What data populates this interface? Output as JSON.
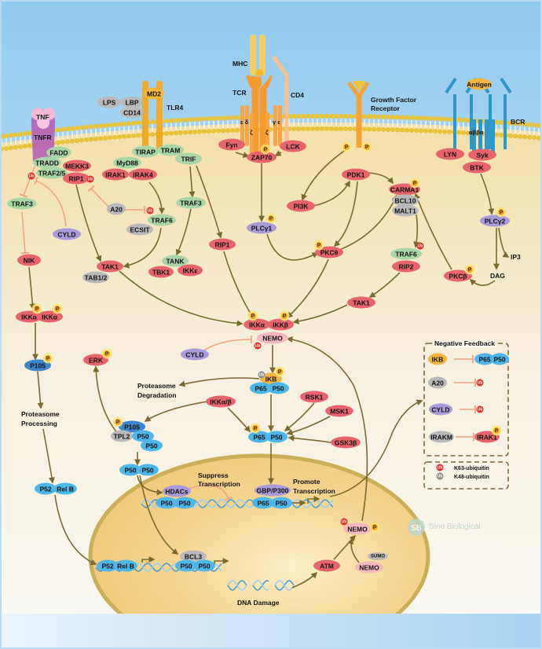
{
  "colors": {
    "red": "#e8646c",
    "green": "#a9d6a6",
    "gray": "#b9b9bb",
    "purple": "#a99ad8",
    "blue": "#4fb6ea",
    "darkblue": "#3b86cc",
    "orange": "#f4b640",
    "pink": "#f4b9bf",
    "arrow": "#7b6a2f",
    "inhibit": "#f3a27f",
    "nucleus": "#f2cf80",
    "membrane": "#e8c33c"
  },
  "badges": {
    "phospho": "P",
    "ubiquitin": "Ub"
  },
  "nodes": [
    {
      "label": "LPS",
      "kind": "gray"
    },
    {
      "label": "LBP",
      "kind": "gray"
    },
    {
      "label": "CD14",
      "kind": "gray"
    },
    {
      "label": "FADD",
      "kind": "green"
    },
    {
      "label": "TRADD",
      "kind": "green"
    },
    {
      "label": "TRAF2/5",
      "kind": "green"
    },
    {
      "label": "MEKK3",
      "kind": "red"
    },
    {
      "label": "RIP1",
      "kind": "red"
    },
    {
      "label": "TIRAP",
      "kind": "green"
    },
    {
      "label": "TRAM",
      "kind": "green"
    },
    {
      "label": "TRIF",
      "kind": "green"
    },
    {
      "label": "MyD88",
      "kind": "green"
    },
    {
      "label": "IRAK1",
      "kind": "red"
    },
    {
      "label": "IRAK4",
      "kind": "red"
    },
    {
      "label": "TRAF3",
      "kind": "green"
    },
    {
      "label": "CYLD",
      "kind": "purple"
    },
    {
      "label": "A20",
      "kind": "gray"
    },
    {
      "label": "TRAF6",
      "kind": "green"
    },
    {
      "label": "ECSIT",
      "kind": "gray"
    },
    {
      "label": "NIK",
      "kind": "red"
    },
    {
      "label": "TAK1",
      "kind": "red"
    },
    {
      "label": "TAB1/2",
      "kind": "gray"
    },
    {
      "label": "TRAF3",
      "kind": "green"
    },
    {
      "label": "RIP1",
      "kind": "red"
    },
    {
      "label": "TANK",
      "kind": "green"
    },
    {
      "label": "TBK1",
      "kind": "red"
    },
    {
      "label": "IKKε",
      "kind": "red"
    },
    {
      "label": "Fyn",
      "kind": "red"
    },
    {
      "label": "ZAP70",
      "kind": "red"
    },
    {
      "label": "LCK",
      "kind": "red"
    },
    {
      "label": "PLCγ1",
      "kind": "purple"
    },
    {
      "label": "PDK1",
      "kind": "red"
    },
    {
      "label": "PI3K",
      "kind": "red"
    },
    {
      "label": "CARMA1",
      "kind": "red"
    },
    {
      "label": "BCL10",
      "kind": "gray"
    },
    {
      "label": "MALT1",
      "kind": "gray"
    },
    {
      "label": "PKCθ",
      "kind": "red"
    },
    {
      "label": "TRAF6",
      "kind": "green"
    },
    {
      "label": "RIP2",
      "kind": "red"
    },
    {
      "label": "TAK1",
      "kind": "red"
    },
    {
      "label": "LYN",
      "kind": "red"
    },
    {
      "label": "Syk",
      "kind": "red"
    },
    {
      "label": "BTK",
      "kind": "red"
    },
    {
      "label": "PLCγ2",
      "kind": "purple"
    },
    {
      "label": "PKCβ",
      "kind": "red"
    },
    {
      "label": "IKKα",
      "kind": "red"
    },
    {
      "label": "IKKα",
      "kind": "red"
    },
    {
      "label": "P105",
      "kind": "darkblue"
    },
    {
      "label": "ERK",
      "kind": "red"
    },
    {
      "label": "IKKα",
      "kind": "red"
    },
    {
      "label": "IKKβ",
      "kind": "red"
    },
    {
      "label": "NEMO",
      "kind": "pink"
    },
    {
      "label": "CYLD",
      "kind": "purple"
    },
    {
      "label": "IKB",
      "kind": "orange"
    },
    {
      "label": "P65",
      "kind": "blue"
    },
    {
      "label": "P50",
      "kind": "blue"
    },
    {
      "label": "IKKα/β",
      "kind": "red"
    },
    {
      "label": "RSK1",
      "kind": "red"
    },
    {
      "label": "MSK1",
      "kind": "red"
    },
    {
      "label": "GSK3β",
      "kind": "red"
    },
    {
      "label": "P105",
      "kind": "darkblue"
    },
    {
      "label": "TPL2",
      "kind": "gray"
    },
    {
      "label": "P50",
      "kind": "blue"
    },
    {
      "label": "P50",
      "kind": "blue"
    },
    {
      "label": "P65",
      "kind": "blue"
    },
    {
      "label": "P50",
      "kind": "blue"
    },
    {
      "label": "P50",
      "kind": "blue"
    },
    {
      "label": "P50",
      "kind": "blue"
    },
    {
      "label": "P52",
      "kind": "blue"
    },
    {
      "label": "Rel B",
      "kind": "blue"
    },
    {
      "label": "HDACs",
      "kind": "purple"
    },
    {
      "label": "P50",
      "kind": "blue"
    },
    {
      "label": "P50",
      "kind": "blue"
    },
    {
      "label": "GBP/P300",
      "kind": "purple"
    },
    {
      "label": "P65",
      "kind": "blue"
    },
    {
      "label": "P50",
      "kind": "blue"
    },
    {
      "label": "BCL3",
      "kind": "gray"
    },
    {
      "label": "P50",
      "kind": "blue"
    },
    {
      "label": "P50",
      "kind": "blue"
    },
    {
      "label": "P52",
      "kind": "blue"
    },
    {
      "label": "Rel B",
      "kind": "blue"
    },
    {
      "label": "ATM",
      "kind": "red"
    },
    {
      "label": "NEMO",
      "kind": "pink"
    },
    {
      "label": "NEMO",
      "kind": "pink"
    },
    {
      "label": "SUMO",
      "kind": "gray"
    },
    {
      "label": "IKB",
      "kind": "orange"
    },
    {
      "label": "P65",
      "kind": "blue"
    },
    {
      "label": "P50",
      "kind": "blue"
    },
    {
      "label": "A20",
      "kind": "gray"
    },
    {
      "label": "CYLD",
      "kind": "purple"
    },
    {
      "label": "IRAKM",
      "kind": "gray"
    },
    {
      "label": "IRAK1",
      "kind": "red"
    },
    {
      "label": "MD2",
      "kind": "orange"
    },
    {
      "label": "Antigen",
      "kind": "orange"
    }
  ],
  "labels": {
    "mhc": "MHC",
    "tcr": "TCR",
    "cd4": "CD4",
    "tlr4": "TLR4",
    "tnf": "TNF",
    "tnfr": "TNFR",
    "gfr_line1": "Growth Factor",
    "gfr_line2": "Receptor",
    "bcr": "BCR",
    "bcr_chains": "αββα",
    "tcr_ed": "ε δ",
    "tcr_z1": "ζ",
    "tcr_z2": "ζ",
    "tcr_ge": "γ ε",
    "ip3": "IP3",
    "dag": "DAG",
    "proteasome_degradation_1": "Proteasome",
    "proteasome_degradation_2": "Degradation",
    "proteasome_processing_1": "Proteasome",
    "proteasome_processing_2": "Processing",
    "suppress_1": "Suppress",
    "suppress_2": "Transcription",
    "promote_1": "Promote",
    "promote_2": "Transcription",
    "dna_damage": "DNA Damage"
  },
  "negative_feedback": {
    "title": "Negative Feedback"
  },
  "legend": {
    "k63": "K63-ubiquitin",
    "k48": "K48-ubiquitin"
  },
  "watermark": {
    "logo": "SB",
    "name": "Sino Biological"
  }
}
